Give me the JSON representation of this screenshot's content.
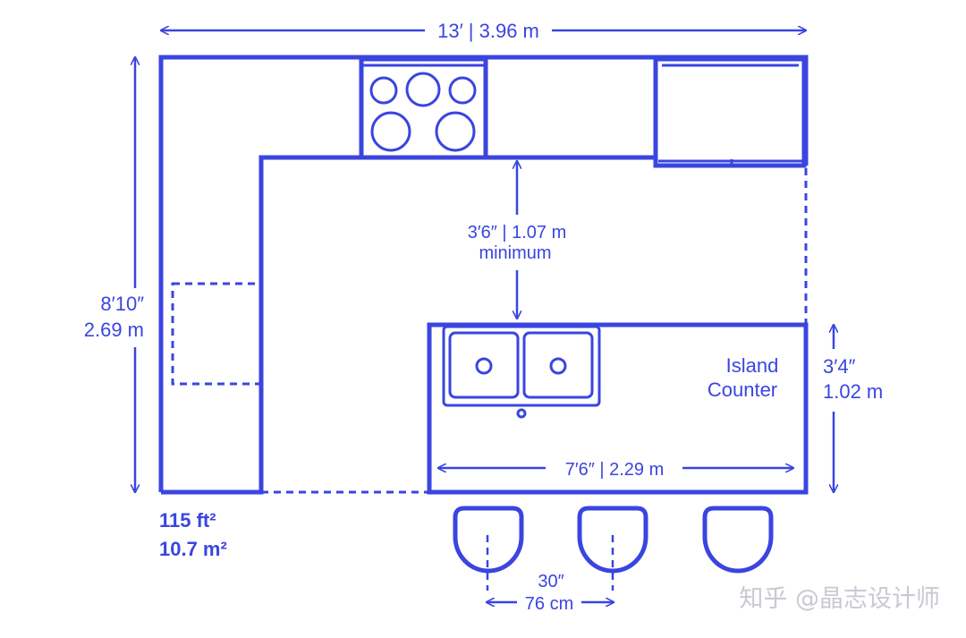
{
  "dimensions": {
    "overall_width": "13′ | 3.96 m",
    "overall_depth_ft": "8′10″",
    "overall_depth_m": "2.69 m",
    "aisle_clearance_1": "3′6″ | 1.07 m",
    "aisle_clearance_2": "minimum",
    "island_length": "7′6″ | 2.29 m",
    "island_depth_ft": "3′4″",
    "island_depth_m": "1.02 m",
    "stool_spacing_in": "30″",
    "stool_spacing_cm": "76 cm"
  },
  "labels": {
    "island_line1": "Island",
    "island_line2": "Counter"
  },
  "area": {
    "imperial": "115 ft²",
    "metric": "10.7 m²"
  },
  "watermark": "知乎 @晶志设计师",
  "colors": {
    "line": "#3a45e0",
    "background": "#ffffff"
  }
}
